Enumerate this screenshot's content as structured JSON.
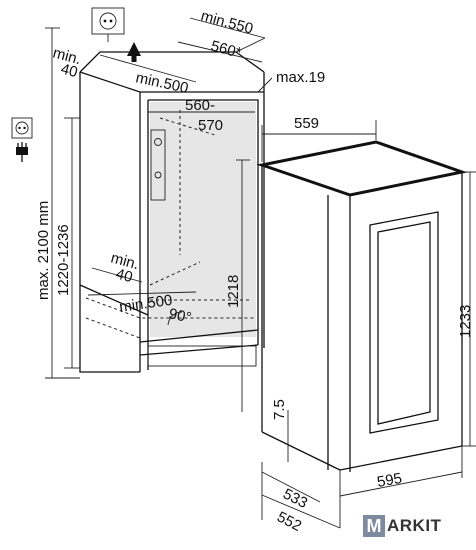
{
  "dimensions": {
    "min550": "min.550",
    "d560star": "560*",
    "min40_top": "min.",
    "min40_top_b": "40",
    "min500_top": "min.500",
    "max19": "max.19",
    "d560_570_a": "560-",
    "d560_570_b": "570",
    "d559": "559",
    "max2100": "max. 2100 mm",
    "d1220_1236": "1220-1236",
    "d1218": "1218",
    "d1233": "1233",
    "min40_bottom": "min.",
    "min40_bottom_b": "40",
    "min500_bottom": "min.500",
    "deg90": "90°",
    "d7_5": "7.5",
    "d533": "533",
    "d595": "595",
    "d552": "552"
  },
  "logo": {
    "mark": "M",
    "text": "ARKIT"
  }
}
